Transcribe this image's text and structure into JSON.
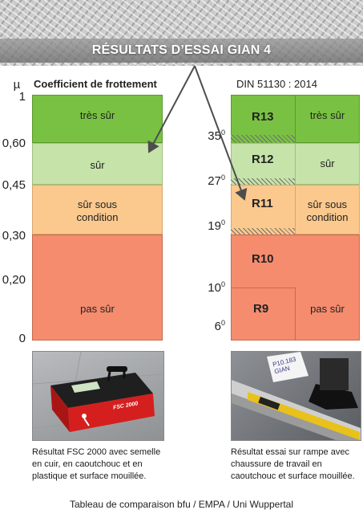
{
  "header": {
    "title": "RÉSULTATS D’ESSAI GIAN 4"
  },
  "left": {
    "axis_symbol": "µ",
    "title": "Coefficient de frottement",
    "ticks": [
      "1",
      "0,60",
      "0,45",
      "0,30",
      "0,20",
      "0"
    ],
    "zones": [
      "très sûr",
      "sûr",
      "sûr sous condition",
      "pas sûr"
    ],
    "zone_lines": [
      "sûr sous",
      "condition"
    ],
    "caption_lines": [
      "Résultat FSC 2000 avec semelle",
      "en cuir, en caoutchouc et en",
      "plastique et surface mouillée."
    ],
    "device_label": "FSC 2000"
  },
  "right": {
    "title": "DIN 51130 : 2014",
    "ticks": [
      "35",
      "27",
      "19",
      "10",
      "6"
    ],
    "tick_unit": "0",
    "classes": [
      "R13",
      "R12",
      "R11",
      "R10",
      "R9"
    ],
    "zones": [
      "très sûr",
      "sûr",
      "sûr sous condition",
      "pas sûr"
    ],
    "zone_lines": [
      "sûr sous",
      "condition"
    ],
    "caption_lines": [
      "Résultat essai sur rampe avec",
      "chaussure de travail en",
      "caoutchouc et surface mouillée."
    ],
    "photo_note_lines": [
      "P10.183",
      "GIAN"
    ]
  },
  "footer": {
    "text": "Tableau de comparaison bfu / EMPA / Uni Wuppertal"
  },
  "colors": {
    "very_safe": "#79c142",
    "safe": "#c6e3a9",
    "conditional": "#fbc98e",
    "unsafe": "#f58c6e",
    "arrow": "#4d4d4d"
  }
}
